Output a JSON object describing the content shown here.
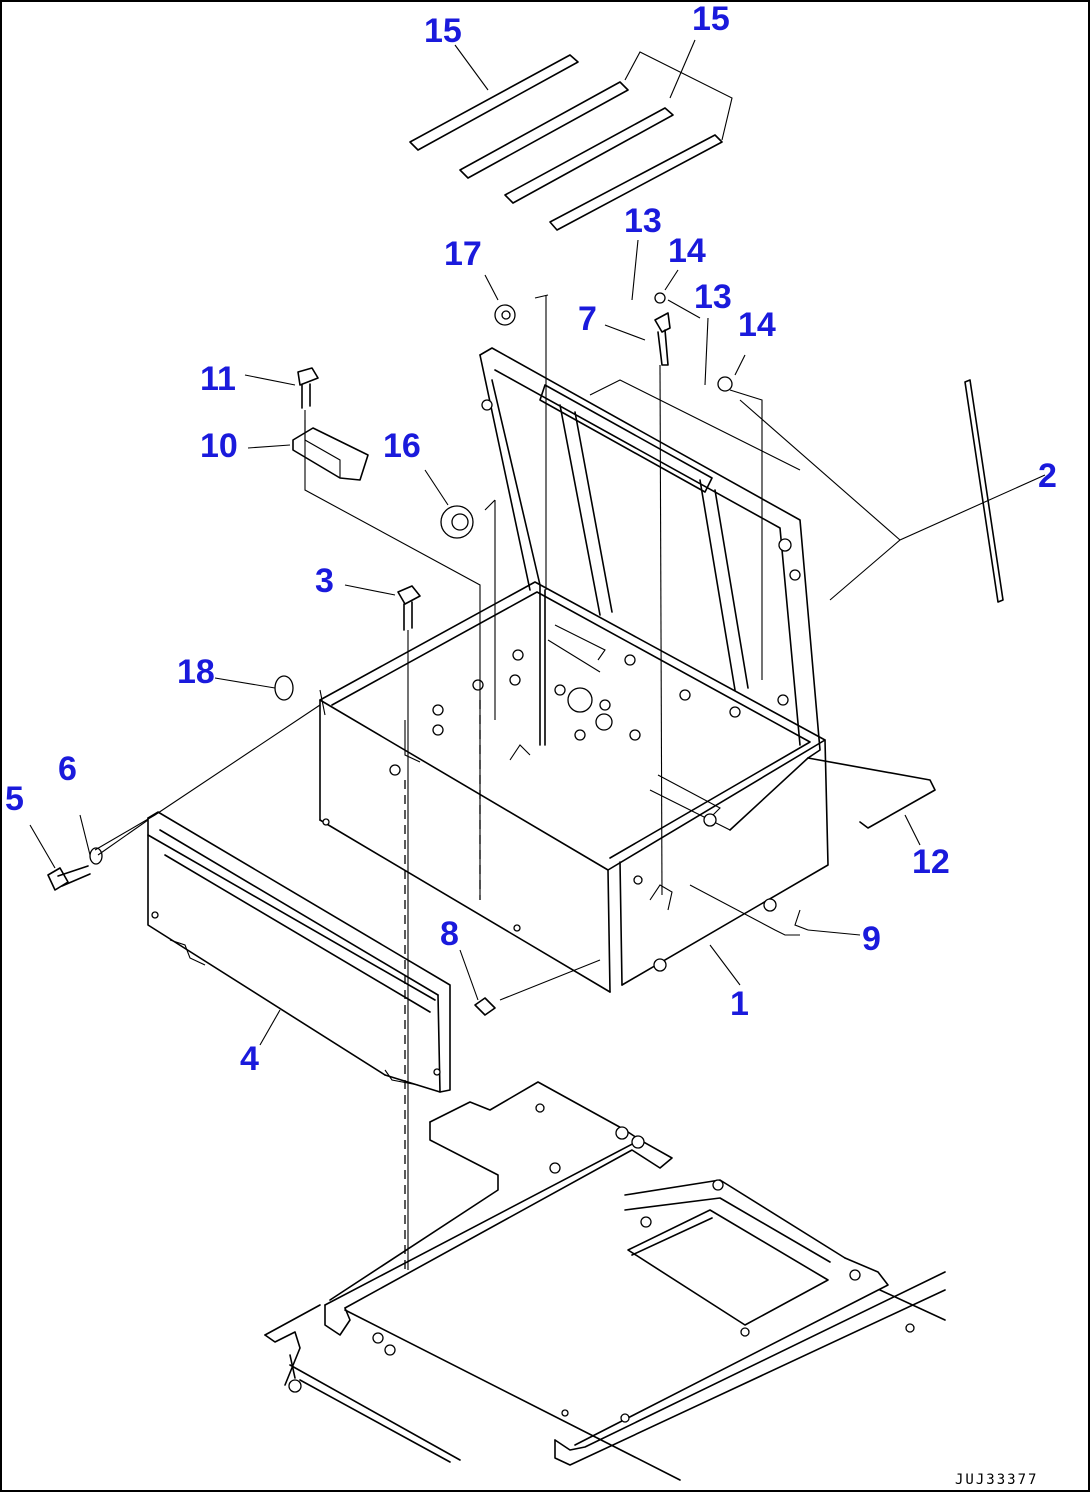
{
  "diagram": {
    "labels": [
      {
        "id": "l15a",
        "text": "15"
      },
      {
        "id": "l15b",
        "text": "15"
      },
      {
        "id": "l13a",
        "text": "13"
      },
      {
        "id": "l14a",
        "text": "14"
      },
      {
        "id": "l13b",
        "text": "13"
      },
      {
        "id": "l14b",
        "text": "14"
      },
      {
        "id": "l17",
        "text": "17"
      },
      {
        "id": "l7",
        "text": "7"
      },
      {
        "id": "l11",
        "text": "11"
      },
      {
        "id": "l10",
        "text": "10"
      },
      {
        "id": "l16",
        "text": "16"
      },
      {
        "id": "l2",
        "text": "2"
      },
      {
        "id": "l3",
        "text": "3"
      },
      {
        "id": "l18",
        "text": "18"
      },
      {
        "id": "l6",
        "text": "6"
      },
      {
        "id": "l5",
        "text": "5"
      },
      {
        "id": "l12",
        "text": "12"
      },
      {
        "id": "l9",
        "text": "9"
      },
      {
        "id": "l8",
        "text": "8"
      },
      {
        "id": "l1",
        "text": "1"
      },
      {
        "id": "l4",
        "text": "4"
      }
    ],
    "drawing_code": "JUJ33377",
    "label_color": "#1a1adc"
  }
}
